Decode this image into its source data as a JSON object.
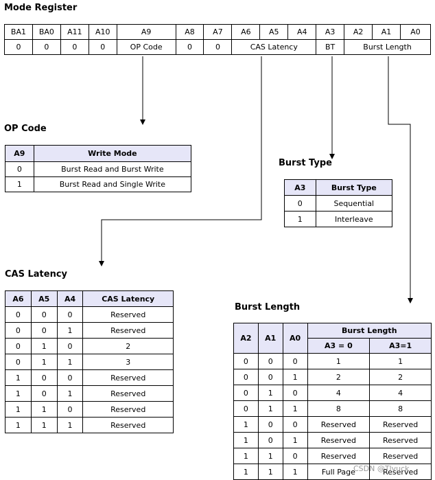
{
  "mode_register": {
    "title": "Mode Register",
    "headers": [
      "BA1",
      "BA0",
      "A11",
      "A10",
      "A9",
      "A8",
      "A7",
      "A6",
      "A5",
      "A4",
      "A3",
      "A2",
      "A1",
      "A0"
    ],
    "values": [
      "0",
      "0",
      "0",
      "0",
      "OP Code",
      "0",
      "0",
      "CAS Latency",
      "BT",
      "Burst Length"
    ]
  },
  "op_code": {
    "title": "OP Code",
    "headers": [
      "A9",
      "Write Mode"
    ],
    "rows": [
      [
        "0",
        "Burst Read and Burst Write"
      ],
      [
        "1",
        "Burst Read and Single Write"
      ]
    ]
  },
  "burst_type": {
    "title": "Burst Type",
    "headers": [
      "A3",
      "Burst Type"
    ],
    "rows": [
      [
        "0",
        "Sequential"
      ],
      [
        "1",
        "Interleave"
      ]
    ]
  },
  "cas_latency": {
    "title": "CAS Latency",
    "headers": [
      "A6",
      "A5",
      "A4",
      "CAS Latency"
    ],
    "rows": [
      [
        "0",
        "0",
        "0",
        "Reserved"
      ],
      [
        "0",
        "0",
        "1",
        "Reserved"
      ],
      [
        "0",
        "1",
        "0",
        "2"
      ],
      [
        "0",
        "1",
        "1",
        "3"
      ],
      [
        "1",
        "0",
        "0",
        "Reserved"
      ],
      [
        "1",
        "0",
        "1",
        "Reserved"
      ],
      [
        "1",
        "1",
        "0",
        "Reserved"
      ],
      [
        "1",
        "1",
        "1",
        "Reserved"
      ]
    ]
  },
  "burst_length": {
    "title": "Burst Length",
    "headers": [
      "A2",
      "A1",
      "A0",
      "Burst Length",
      "A3 = 0",
      "A3=1"
    ],
    "rows": [
      [
        "0",
        "0",
        "0",
        "1",
        "1"
      ],
      [
        "0",
        "0",
        "1",
        "2",
        "2"
      ],
      [
        "0",
        "1",
        "0",
        "4",
        "4"
      ],
      [
        "0",
        "1",
        "1",
        "8",
        "8"
      ],
      [
        "1",
        "0",
        "0",
        "Reserved",
        "Reserved"
      ],
      [
        "1",
        "0",
        "1",
        "Reserved",
        "Reserved"
      ],
      [
        "1",
        "1",
        "0",
        "Reserved",
        "Reserved"
      ],
      [
        "1",
        "1",
        "1",
        "Full Page",
        "Reserved"
      ]
    ]
  },
  "watermark": "CSDN @Tlvuck"
}
